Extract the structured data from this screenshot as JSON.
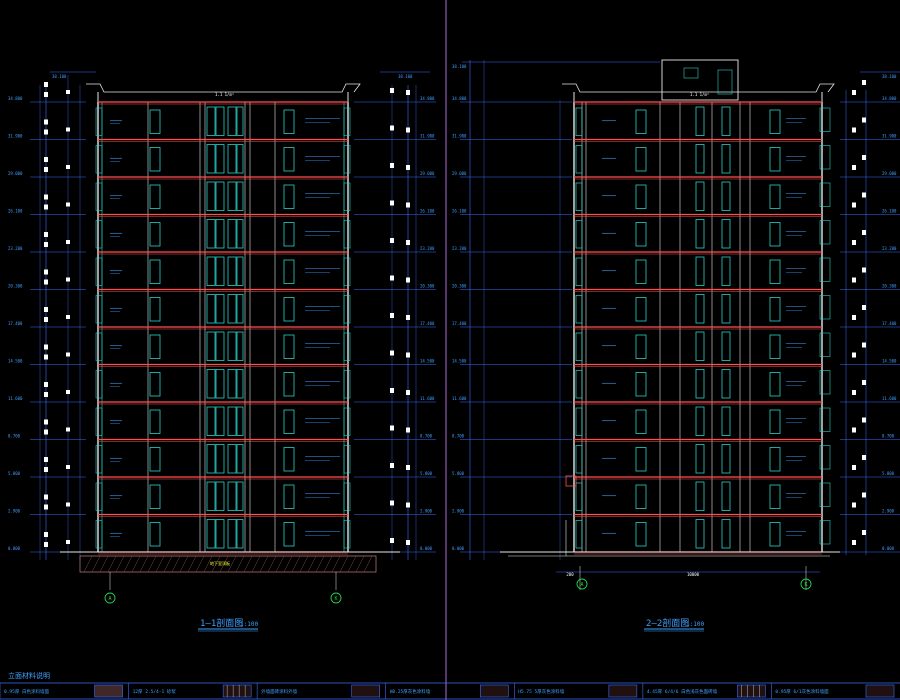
{
  "colors": {
    "background": "#000000",
    "wall": "#e6e6e6",
    "slab": "#ff5050",
    "window": "#27d0c8",
    "dimension": "#3a6cff",
    "text": "#3fa0ff",
    "divider": "#b06ad8",
    "axis": "#26d04a",
    "hatch": "#b07070",
    "label_yellow": "#ffff40"
  },
  "sections": [
    {
      "id": "section-1-1",
      "title": "1—1剖面图",
      "scale": "1:100",
      "axis_left": "A",
      "axis_right": "K",
      "roof_label": "1.1 1/m²",
      "ground_label": "地下室顶板",
      "floors": 12
    },
    {
      "id": "section-2-2",
      "title": "2—2剖面图",
      "scale": "1:100",
      "axis_left": "A",
      "axis_right": "K",
      "roof_label": "1.1 1/m²",
      "dim_left": "200",
      "dim_total": "10000",
      "floors": 12
    }
  ],
  "elevation_labels": [
    "0.000",
    "2.900",
    "5.800",
    "8.700",
    "11.600",
    "14.500",
    "17.400",
    "20.300",
    "23.200",
    "26.100",
    "29.000",
    "31.900",
    "34.800",
    "38.100"
  ],
  "legend": {
    "title": "立面材料说明",
    "items": [
      {
        "label": "0.95厚 白色涂料墙面"
      },
      {
        "label": "12厚 2.5/4-1 砂浆"
      },
      {
        "label": "外墙面砖涂料外墙"
      },
      {
        "label": "H0.25厚灰色涂料墙"
      },
      {
        "label": "H5.75 5厚灰色涂料墙"
      },
      {
        "label": "4.45厚 6/4/6 白色浅灰色面砖墙"
      },
      {
        "label": "0.95厚 6/1灰色涂料墙面"
      }
    ]
  }
}
